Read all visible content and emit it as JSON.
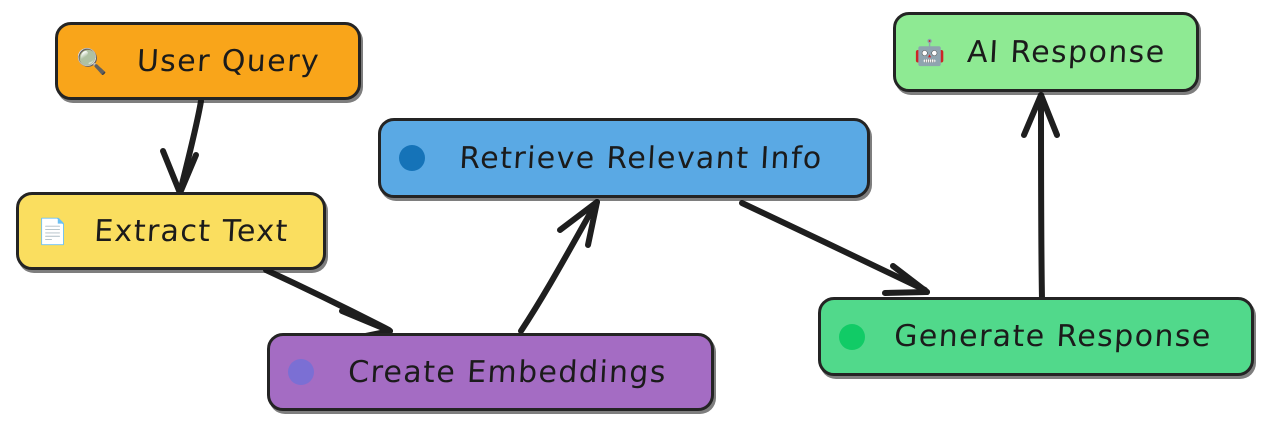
{
  "diagram": {
    "title": "RAG pipeline flowchart",
    "style": "hand-drawn",
    "background": "#ffffff",
    "stroke": "#242424",
    "nodes": [
      {
        "id": "user-query",
        "label": "User Query",
        "icon": "magnifying-glass-emoji",
        "icon_glyph": "🔍",
        "fill": "#F9A51A",
        "bullet": null
      },
      {
        "id": "extract-text",
        "label": "Extract Text",
        "icon": "document-emoji",
        "icon_glyph": "📄",
        "fill": "#FADE5F",
        "bullet": null
      },
      {
        "id": "create-embeddings",
        "label": "Create Embeddings",
        "icon": "violet-dot",
        "icon_glyph": null,
        "fill": "#A46CC3",
        "bullet": "#7B6FD4"
      },
      {
        "id": "retrieve-relevant-info",
        "label": "Retrieve Relevant Info",
        "icon": "blue-dot",
        "icon_glyph": null,
        "fill": "#5AA9E4",
        "bullet": "#1573B8"
      },
      {
        "id": "generate-response",
        "label": "Generate Response",
        "icon": "green-dot",
        "icon_glyph": null,
        "fill": "#51D98B",
        "bullet": "#11CB66"
      },
      {
        "id": "ai-response",
        "label": "AI Response",
        "icon": "robot-emoji",
        "icon_glyph": "🤖",
        "fill": "#8EEA93",
        "bullet": null
      }
    ],
    "edges": [
      {
        "id": "edge-user-query-extract-text",
        "from": "user-query",
        "to": "extract-text"
      },
      {
        "id": "edge-extract-text-create-embeddings",
        "from": "extract-text",
        "to": "create-embeddings"
      },
      {
        "id": "edge-create-embeddings-retrieve",
        "from": "create-embeddings",
        "to": "retrieve-relevant-info"
      },
      {
        "id": "edge-retrieve-generate-response",
        "from": "retrieve-relevant-info",
        "to": "generate-response"
      },
      {
        "id": "edge-generate-response-ai-response",
        "from": "generate-response",
        "to": "ai-response"
      }
    ]
  }
}
